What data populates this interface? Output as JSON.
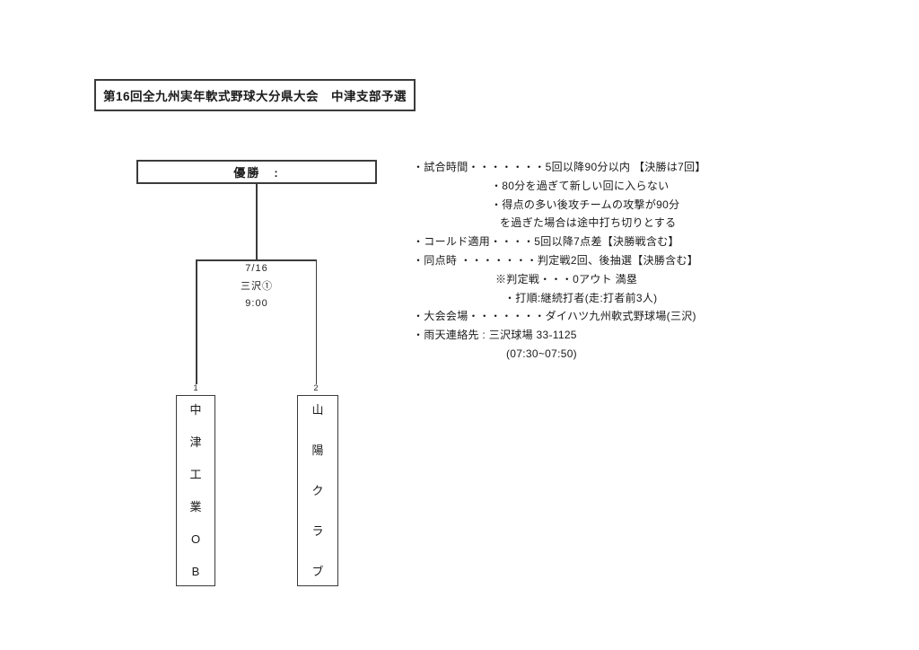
{
  "page": {
    "title": "第16回全九州実年軟式野球大分県大会　中津支部予選"
  },
  "bracket": {
    "winner_label": "優勝　:",
    "match": {
      "date": "7/16",
      "venue": "三沢①",
      "time": "9:00"
    },
    "teams": [
      {
        "seed": "1",
        "name": "中津工業OB"
      },
      {
        "seed": "2",
        "name": "山陽クラブ"
      }
    ]
  },
  "rules": {
    "lines": [
      {
        "text": "・試合時間・・・・・・・5回以降90分以内 【決勝は7回】"
      },
      {
        "text": "・80分を過ぎて新しい回に入らない"
      },
      {
        "text": "・得点の多い後攻チームの攻撃が90分"
      },
      {
        "text": "を過ぎた場合は途中打ち切りとする"
      },
      {
        "text": "・コールド適用・・・・5回以降7点差【決勝戦含む】"
      },
      {
        "text": "・同点時 ・・・・・・・判定戦2回、後抽選【決勝含む】"
      },
      {
        "text": "※判定戦・・・0アウト 満塁"
      },
      {
        "text": "・打順:継続打者(走:打者前3人)"
      },
      {
        "text": "・大会会場・・・・・・・ダイハツ九州軟式野球場(三沢)"
      },
      {
        "text": "・雨天連絡先 : 三沢球場 33-1125"
      },
      {
        "text": "(07:30~07:50)"
      }
    ]
  },
  "colors": {
    "background": "#ffffff",
    "text": "#1a1a1a",
    "line": "#3b3b3b"
  }
}
